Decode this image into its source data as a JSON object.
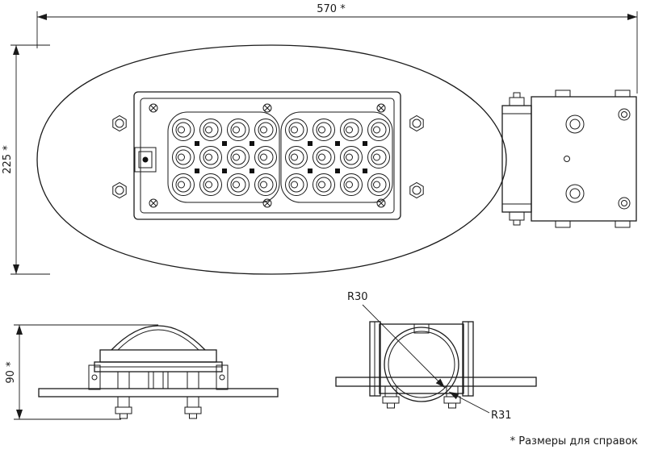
{
  "dimensions": {
    "overall_length": "570 *",
    "overall_width": "225 *",
    "profile_height": "90 *"
  },
  "radii": {
    "r30": "R30",
    "r31": "R31"
  },
  "footnote": "* Размеры для справок"
}
